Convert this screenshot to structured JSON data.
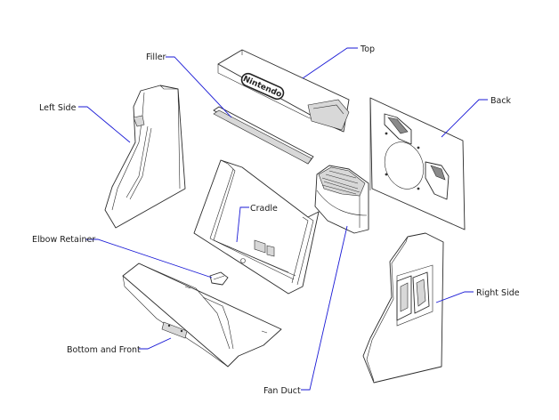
{
  "colors": {
    "background": "#ffffff",
    "leader": "#1a1ad6",
    "outline": "#2b2b2b"
  },
  "labels": {
    "top": "Top",
    "filler": "Filler",
    "back": "Back",
    "left_side": "Left Side",
    "cradle": "Cradle",
    "elbow_retainer": "Elbow Retainer",
    "right_side": "Right Side",
    "bottom_front": "Bottom and Front",
    "fan_duct": "Fan Duct"
  },
  "logo_text": "Nintendo"
}
